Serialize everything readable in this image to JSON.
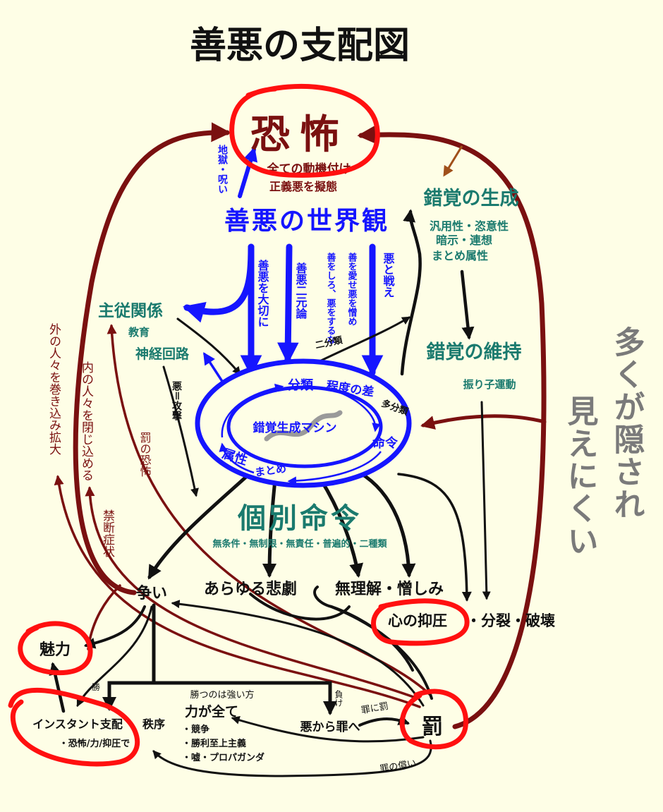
{
  "title": "善悪の支配図",
  "colors": {
    "background": "#fefee6",
    "blue": "#1515ff",
    "maroon": "#7a1010",
    "teal": "#1a7a6e",
    "red": "#ff1010",
    "gray": "#7a7a7a",
    "black": "#111111"
  },
  "nodes": {
    "fear": "恐怖",
    "fear_sub1": "全ての動機付け",
    "fear_sub2": "正義悪を擬態",
    "hell_curse": "地獄・呪い",
    "worldview": "善悪の世界観",
    "illusion_gen": "錯覚の生成",
    "illusion_gen_sub1": "汎用性・恣意性",
    "illusion_gen_sub2": "暗示・連想",
    "illusion_gen_sub3": "まとめ属性",
    "illusion_keep": "錯覚の維持",
    "pendulum": "振り子運動",
    "master_servant": "主従関係",
    "education": "教育",
    "neural": "神経回路",
    "evil_attack": "悪＝攻撃",
    "two_classes": "二分類",
    "individual_orders": "個別命令",
    "orders_sub": "無条件・無制限・無責任・普遍的・二種類",
    "conflict": "争い",
    "tragedy": "あらゆる悲劇",
    "unreason": "無理解・憎しみ",
    "suppression": "心の抑圧",
    "split": "・分裂・破壊",
    "charm": "魅力",
    "instant_rule": "インスタント支配",
    "order_suffix": "秩序",
    "instant_sub": "・恐怖/力/抑圧で",
    "might": "力が全て",
    "might_list": [
      "・競争",
      "・勝利至上主義",
      "・嘘・プロパガンダ"
    ],
    "strong_wins": "勝つのは強い方",
    "win": "勝",
    "lose": "負け",
    "evil_to_sin": "悪から罪へ",
    "sin_punish": "罪に罰",
    "punishment": "罰",
    "atonement": "罪の償い",
    "hidden": "多くが隠され見えにくい",
    "outer_people": "外の人々を巻き込み拡大",
    "inner_people": "内の人々を閉じ込める",
    "withdrawal": "禁断症状",
    "fear_of_punish": "罰の恐怖"
  },
  "machine": {
    "center": "錯覚生成マシン",
    "classify": "分類",
    "degree": "程度の差",
    "multi_class": "多分類",
    "command": "命令",
    "attribute": "属性",
    "summary": "まとめ"
  },
  "blue_arrow_labels": {
    "cherish": "善悪を大切に",
    "dualism": "善悪二元論",
    "do_good": "善をしろ、悪をするな",
    "love_good": "善を愛せ悪を憎め",
    "fight_evil": "悪と戦え"
  }
}
